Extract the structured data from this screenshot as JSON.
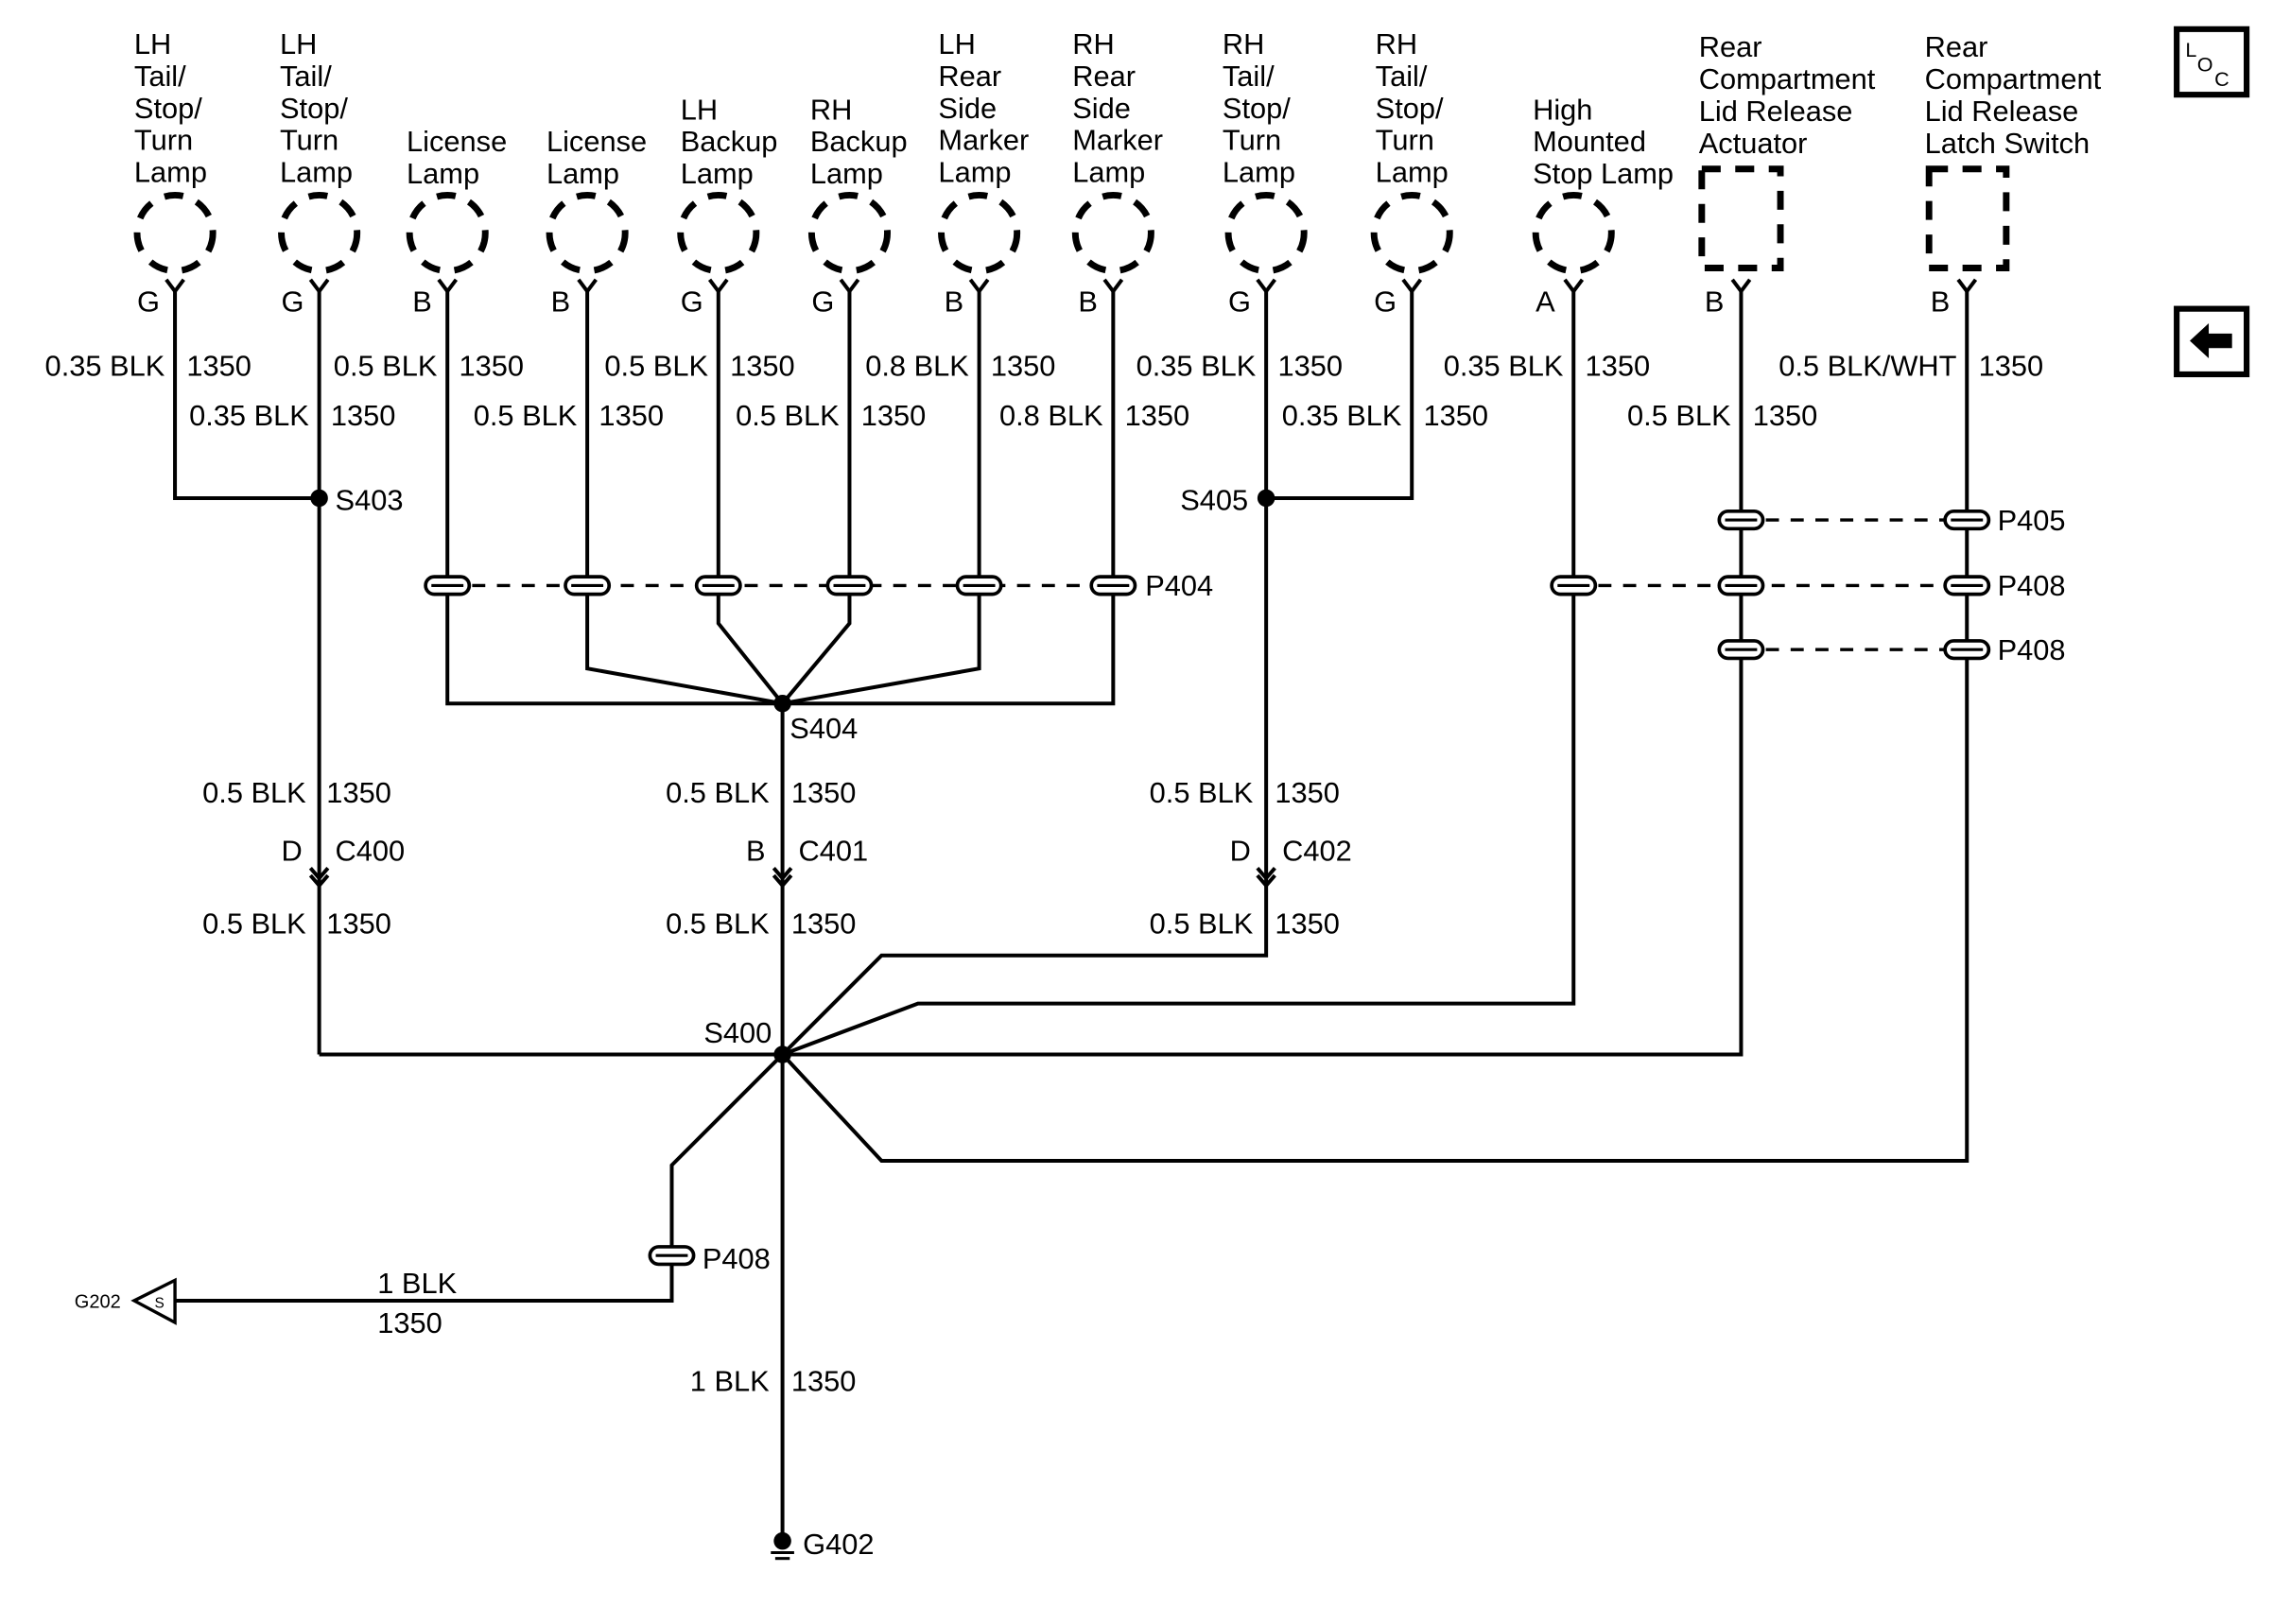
{
  "components": [
    {
      "name_lines": [
        "LH",
        "Tail/",
        "Stop/",
        "Turn",
        "Lamp"
      ],
      "pin": "G",
      "wire": "0.35 BLK",
      "circuit": "1350"
    },
    {
      "name_lines": [
        "LH",
        "Tail/",
        "Stop/",
        "Turn",
        "Lamp"
      ],
      "pin": "G",
      "wire": "0.35 BLK",
      "circuit": "1350"
    },
    {
      "name_lines": [
        "License",
        "Lamp"
      ],
      "pin": "B",
      "wire": "0.5 BLK",
      "circuit": "1350"
    },
    {
      "name_lines": [
        "License",
        "Lamp"
      ],
      "pin": "B",
      "wire": "0.5 BLK",
      "circuit": "1350"
    },
    {
      "name_lines": [
        "LH",
        "Backup",
        "Lamp"
      ],
      "pin": "G",
      "wire": "0.5 BLK",
      "circuit": "1350"
    },
    {
      "name_lines": [
        "RH",
        "Backup",
        "Lamp"
      ],
      "pin": "G",
      "wire": "0.5 BLK",
      "circuit": "1350"
    },
    {
      "name_lines": [
        "LH",
        "Rear",
        "Side",
        "Marker",
        "Lamp"
      ],
      "pin": "B",
      "wire": "0.8 BLK",
      "circuit": "1350"
    },
    {
      "name_lines": [
        "RH",
        "Rear",
        "Side",
        "Marker",
        "Lamp"
      ],
      "pin": "B",
      "wire": "0.8 BLK",
      "circuit": "1350"
    },
    {
      "name_lines": [
        "RH",
        "Tail/",
        "Stop/",
        "Turn",
        "Lamp"
      ],
      "pin": "G",
      "wire": "0.35 BLK",
      "circuit": "1350"
    },
    {
      "name_lines": [
        "RH",
        "Tail/",
        "Stop/",
        "Turn",
        "Lamp"
      ],
      "pin": "G",
      "wire": "0.35 BLK",
      "circuit": "1350"
    },
    {
      "name_lines": [
        "High",
        "Mounted",
        "Stop Lamp"
      ],
      "pin": "A",
      "wire": "0.35 BLK",
      "circuit": "1350"
    },
    {
      "name_lines": [
        "Rear",
        "Compartment",
        "Lid Release",
        "Actuator"
      ],
      "pin": "B",
      "wire": "0.5 BLK",
      "circuit": "1350"
    },
    {
      "name_lines": [
        "Rear",
        "Compartment",
        "Lid Release",
        "Latch Switch"
      ],
      "pin": "B",
      "wire": "0.5 BLK/WHT",
      "circuit": "1350"
    }
  ],
  "splices": {
    "s403": "S403",
    "s404": "S404",
    "s405": "S405",
    "s400": "S400"
  },
  "passthroughs": {
    "p404": "P404",
    "p405": "P405",
    "p408": "P408"
  },
  "connectors": [
    {
      "name": "C400",
      "pin": "D",
      "wire_in": "0.5 BLK",
      "circuit_in": "1350",
      "wire_out": "0.5 BLK",
      "circuit_out": "1350"
    },
    {
      "name": "C401",
      "pin": "B",
      "wire_in": "0.5 BLK",
      "circuit_in": "1350",
      "wire_out": "0.5 BLK",
      "circuit_out": "1350"
    },
    {
      "name": "C402",
      "pin": "D",
      "wire_in": "0.5 BLK",
      "circuit_in": "1350",
      "wire_out": "0.5 BLK",
      "circuit_out": "1350"
    }
  ],
  "ground_wire": {
    "wire": "1 BLK",
    "circuit": "1350",
    "ground": "G402"
  },
  "shield_wire": {
    "wire": "1 BLK",
    "circuit": "1350",
    "ground": "G202",
    "symbol": "S"
  },
  "nav": {
    "loc_icon": {
      "letters": [
        "L",
        "O",
        "C"
      ]
    },
    "back_icon": "left-arrow-icon"
  }
}
